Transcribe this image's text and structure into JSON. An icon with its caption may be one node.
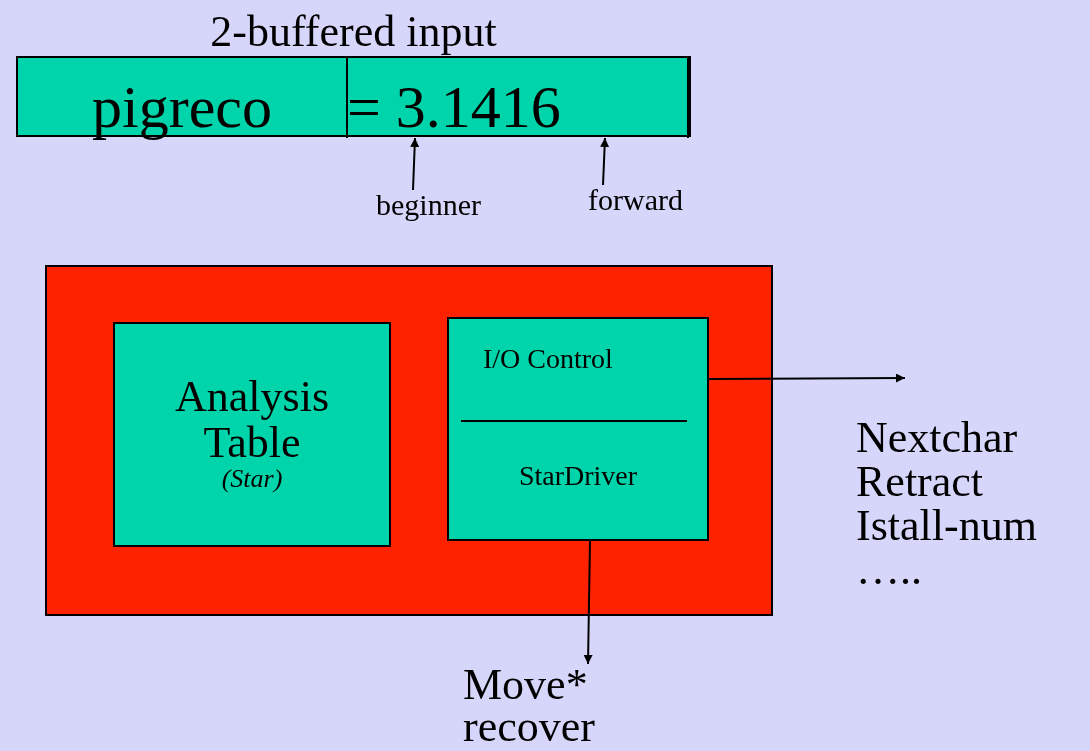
{
  "diagram": {
    "nodes": [
      {
        "text": [
          "2-buffered input"
        ]
      },
      {
        "text": [
          "pigreco"
        ],
        "in": 0
      },
      {
        "text": [
          "= 3.1416"
        ],
        "in": 0
      },
      {
        "text": [
          "beginner"
        ]
      },
      {
        "text": [
          "forward"
        ]
      },
      {
        "text": [],
        "shape": "box"
      },
      {
        "text": [
          "Analysis Table",
          "(Star)"
        ],
        "in": 5
      },
      {
        "text": [
          "I/O Control",
          "StarDriver"
        ],
        "in": 5
      },
      {
        "text": [
          "Nextchar",
          "Retract",
          "Istall-num",
          "….."
        ]
      },
      {
        "text": [
          "Move*",
          "recover"
        ]
      }
    ],
    "edges": [
      {
        "from": 3,
        "to": 2,
        "arrow": "to"
      },
      {
        "from": 4,
        "to": 2,
        "arrow": "to"
      },
      {
        "from": 7,
        "to": 8,
        "arrow": "to"
      },
      {
        "from": 7,
        "to": 9,
        "arrow": "to"
      }
    ]
  }
}
